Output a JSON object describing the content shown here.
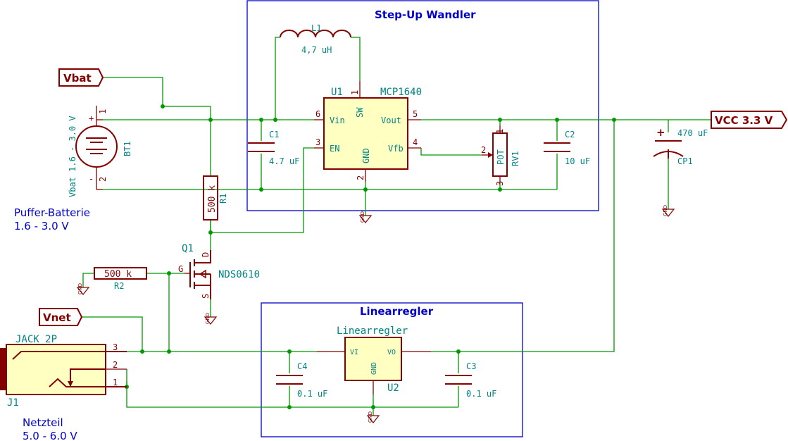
{
  "blocks": {
    "stepup_title": "Step-Up Wandler",
    "linear_title": "Linearregler"
  },
  "net_labels": {
    "vbat": "Vbat",
    "vnet": "Vnet",
    "vcc": "VCC 3.3 V"
  },
  "notes": {
    "battery_line1": "Puffer-Batterie",
    "battery_line2": "1.6 - 3.0 V",
    "psu_line1": "Netzteil",
    "psu_line2": "5.0 - 6.0 V"
  },
  "components": {
    "bt1": {
      "ref": "BT1",
      "value": "Vbat 1.6 - 3.0 V",
      "pin1": "1",
      "pin2": "2",
      "plus": "+",
      "minus": "-"
    },
    "l1": {
      "ref": "L1",
      "value": "4,7 uH"
    },
    "u1": {
      "ref": "U1",
      "value": "MCP1640",
      "vin": "Vin",
      "sw": "SW",
      "vout": "Vout",
      "en": "EN",
      "gnd": "GND",
      "vfb": "Vfb",
      "p6": "6",
      "p1": "1",
      "p5": "5",
      "p3": "3",
      "p2": "2",
      "p4": "4"
    },
    "c1": {
      "ref": "C1",
      "value": "4.7 uF"
    },
    "c2": {
      "ref": "C2",
      "value": "10 uF"
    },
    "rv1": {
      "ref": "RV1",
      "value": "POT",
      "p1": "1",
      "p2": "2",
      "p3": "3"
    },
    "cp1": {
      "ref": "CP1",
      "value": "470 uF",
      "plus": "+"
    },
    "r1": {
      "ref": "R1",
      "value": "500 k"
    },
    "r2": {
      "ref": "R2",
      "value": "500 k"
    },
    "q1": {
      "ref": "Q1",
      "value": "NDS0610",
      "g": "G",
      "d": "D",
      "s": "S"
    },
    "j1": {
      "ref": "J1",
      "value": "JACK_2P",
      "p1": "1",
      "p2": "2",
      "p3": "3"
    },
    "u2": {
      "ref": "U2",
      "value": "Linearregler",
      "vi": "VI",
      "vo": "VO",
      "gnd": "GND"
    },
    "c3": {
      "ref": "C3",
      "value": "0.1 uF"
    },
    "c4": {
      "ref": "C4",
      "value": "0.1 uF"
    },
    "gnd_symbol": "GND"
  },
  "colors": {
    "wire": "#009900",
    "part": "#840000",
    "text": "#008484",
    "block": "#0000c8"
  }
}
